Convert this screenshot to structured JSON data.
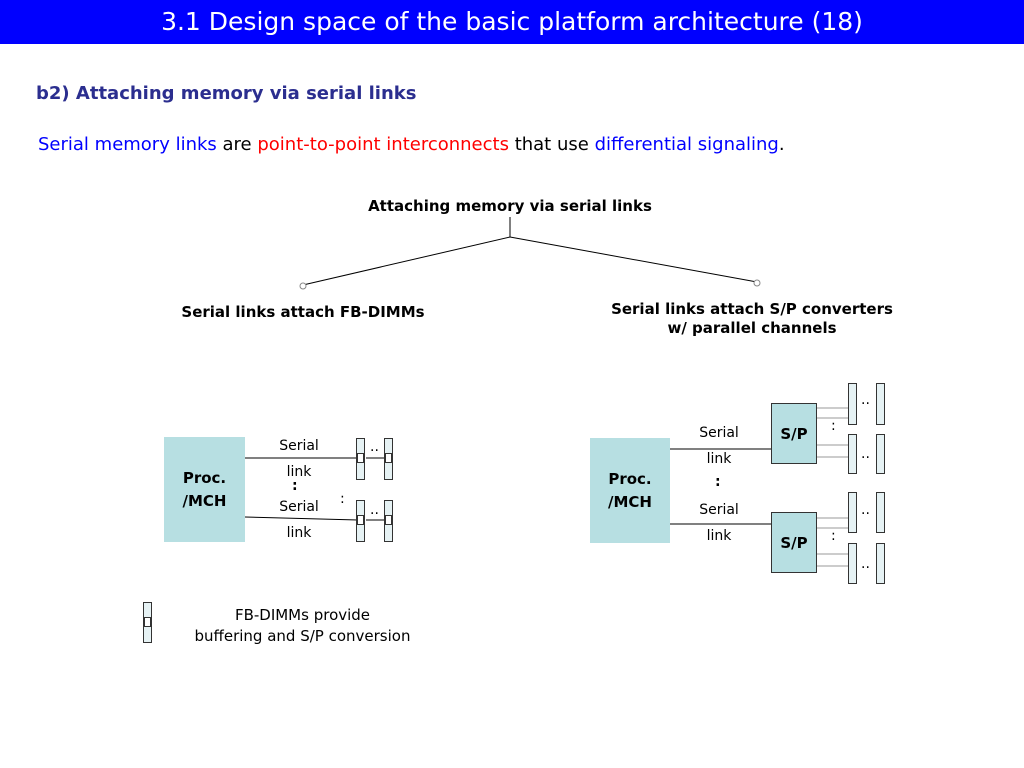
{
  "slide": {
    "title": "3.1 Design space of the basic platform architecture (18)",
    "subtitle": "b2) Attaching memory via serial links",
    "definition": {
      "part1": "Serial memory links",
      "part2": " are ",
      "part3": "point-to-point interconnects",
      "part4": " that use ",
      "part5": "differential signaling",
      "part6": "."
    },
    "colors": {
      "title_bar": "#0000ff",
      "subtitle": "#2b2e8f",
      "component_fill": "#b7dfe2",
      "highlight_blue": "#0000ff",
      "highlight_red": "#ff0000"
    }
  },
  "tree": {
    "root": "Attaching memory via serial links",
    "left_branch": "Serial links attach FB-DIMMs",
    "right_branch_line1": "Serial links attach S/P converters",
    "right_branch_line2": "w/ parallel channels"
  },
  "left_diagram": {
    "proc_line1": "Proc.",
    "proc_line2": "/MCH",
    "link1_line1": "Serial",
    "link1_line2": "link",
    "link2_line1": "Serial",
    "link2_line2": "link",
    "colon": ":",
    "dots": "..",
    "icon": "fb-dimm-icon"
  },
  "right_diagram": {
    "proc_line1": "Proc.",
    "proc_line2": "/MCH",
    "link1_line1": "Serial",
    "link1_line2": "link",
    "link2_line1": "Serial",
    "link2_line2": "link",
    "colon": ":",
    "sp_label": "S/P",
    "dots": ".."
  },
  "legend": {
    "line1": "FB-DIMMs provide",
    "line2": "buffering and S/P conversion"
  }
}
